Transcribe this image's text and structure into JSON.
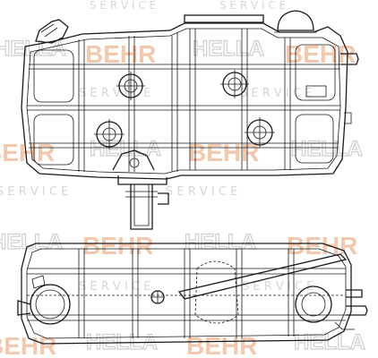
{
  "watermarks": {
    "service_word": "S E R V I C E",
    "service_letters": [
      "S",
      "E",
      "R",
      "V",
      "I",
      "C",
      "E"
    ],
    "behr": "BEHR",
    "hella": "HELLA",
    "behr_color": "#f4c8ad",
    "hella_color": "#cfcfcf",
    "service_color": "#d7d7d7"
  },
  "colors": {
    "line": "#1a1a1a",
    "background": "#ffffff"
  }
}
